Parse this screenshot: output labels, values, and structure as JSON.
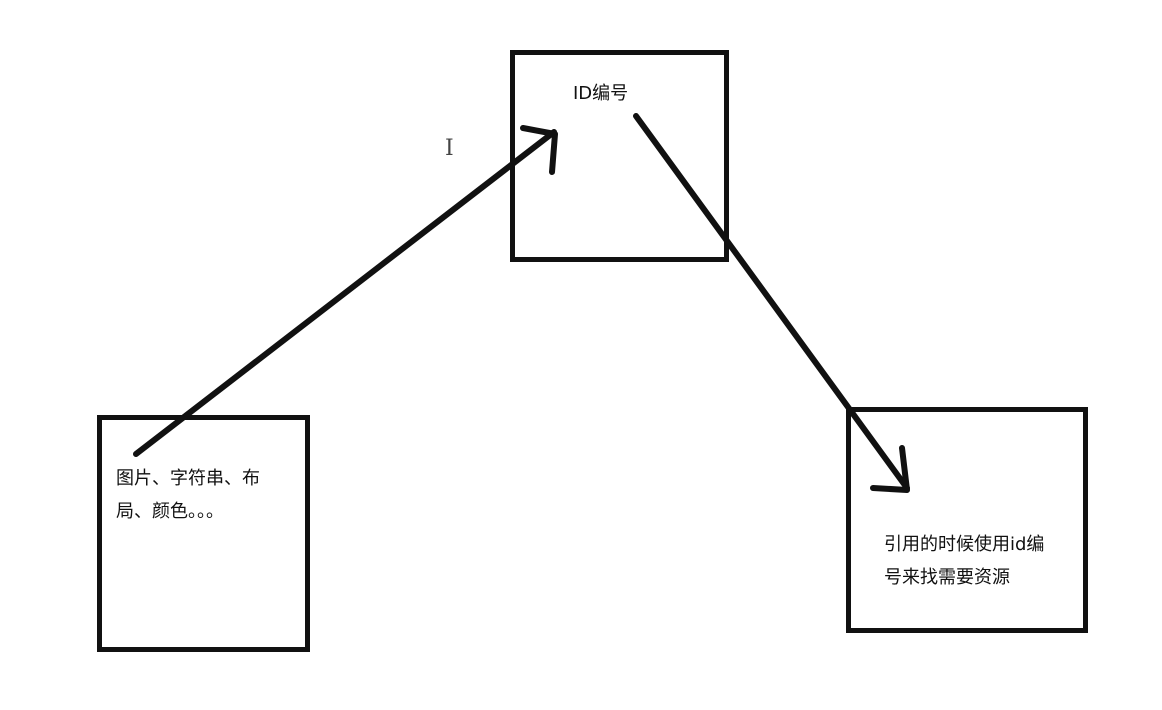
{
  "nodes": {
    "resources": {
      "label": "图片、字符串、布\n局、颜色。。。"
    },
    "id": {
      "label": "ID编号"
    },
    "reference": {
      "label": "引用的时候使用id编\n号来找需要资源"
    }
  },
  "cursor": {
    "glyph": "I"
  },
  "colors": {
    "stroke": "#111111",
    "background": "#ffffff"
  }
}
